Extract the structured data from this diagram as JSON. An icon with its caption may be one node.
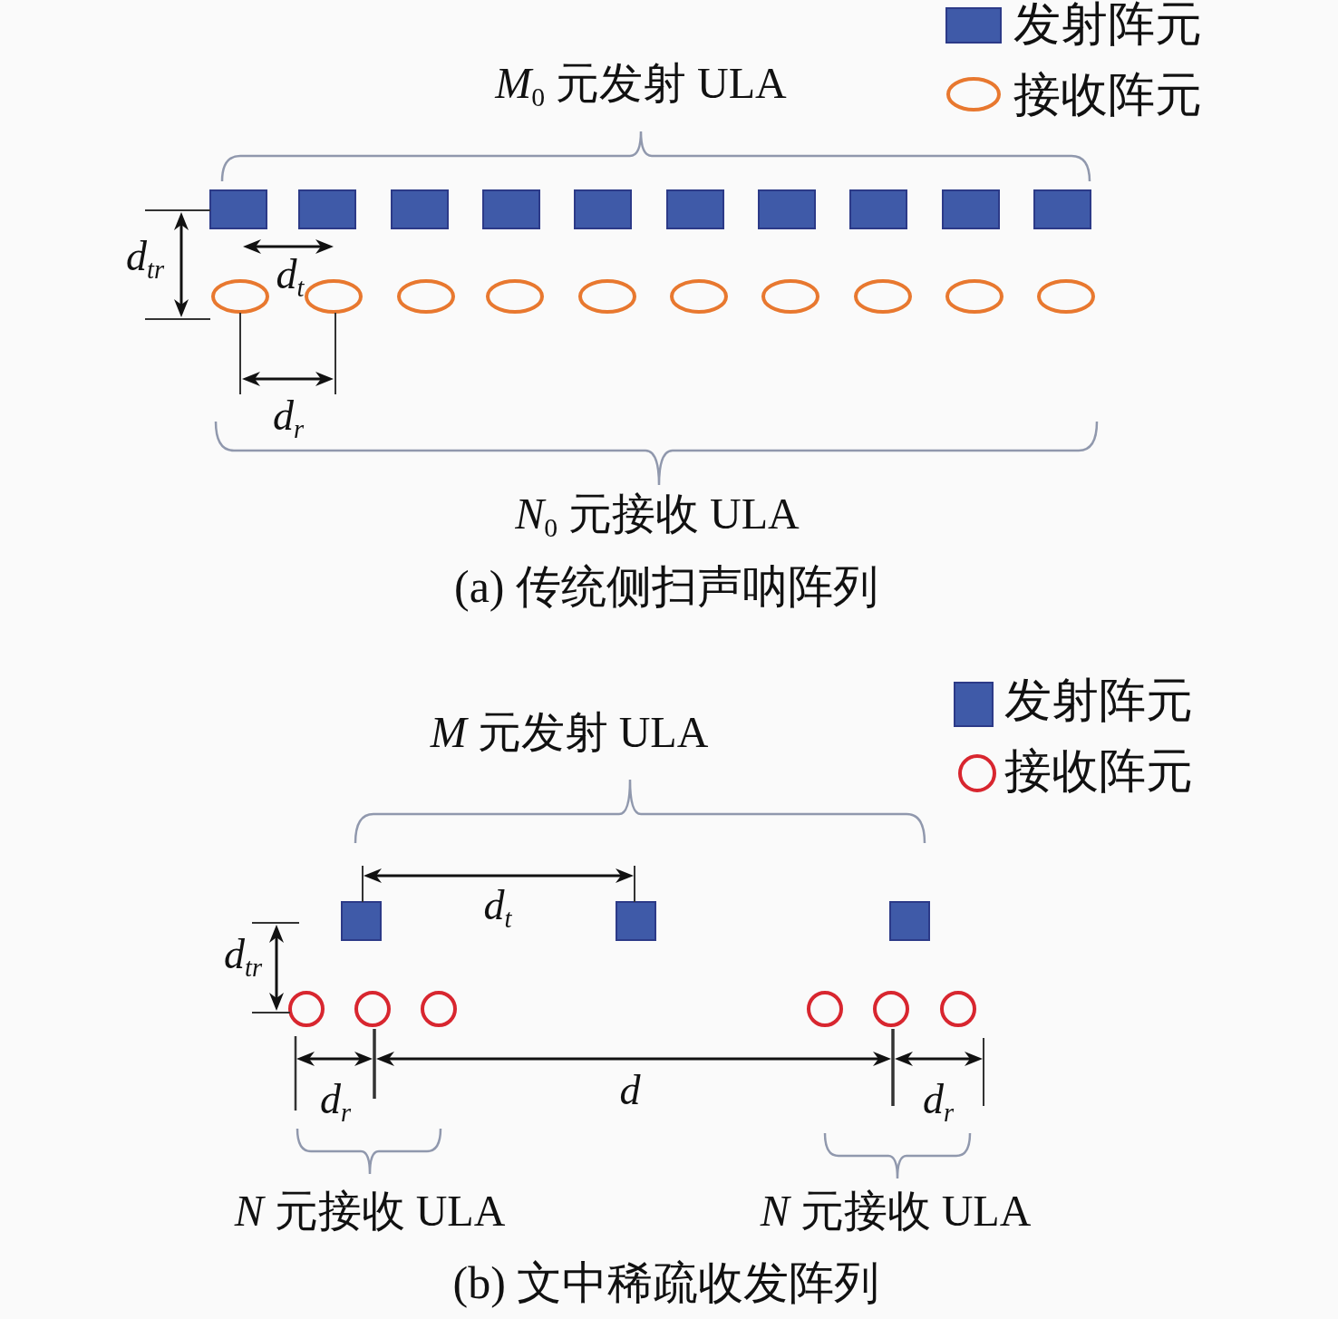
{
  "diagram": {
    "labels": [
      "*M*$_{0}$ 元发射 ULA",
      "d$_{tr}$",
      "d$_{t}$",
      "d$_{r}$",
      "*N*$_{0}$ 元接收 ULA",
      "(a) 传统侧扫声呐阵列",
      "*M* 元发射 ULA",
      "d$_{t}$",
      "d$_{tr}$",
      "d$_{r}$",
      "d",
      "d$_{r}$",
      "*N* 元接收 ULA",
      "*N* 元接收 ULA",
      "(b) 文中稀疏收发阵列"
    ],
    "legend": [
      {
        "text": "发射阵元",
        "color": "#3f5aa8"
      },
      {
        "text": "接收阵元"
      },
      {
        "text": "发射阵元",
        "color": "#3f5aa8"
      },
      {
        "text": "接收阵元"
      }
    ]
  }
}
